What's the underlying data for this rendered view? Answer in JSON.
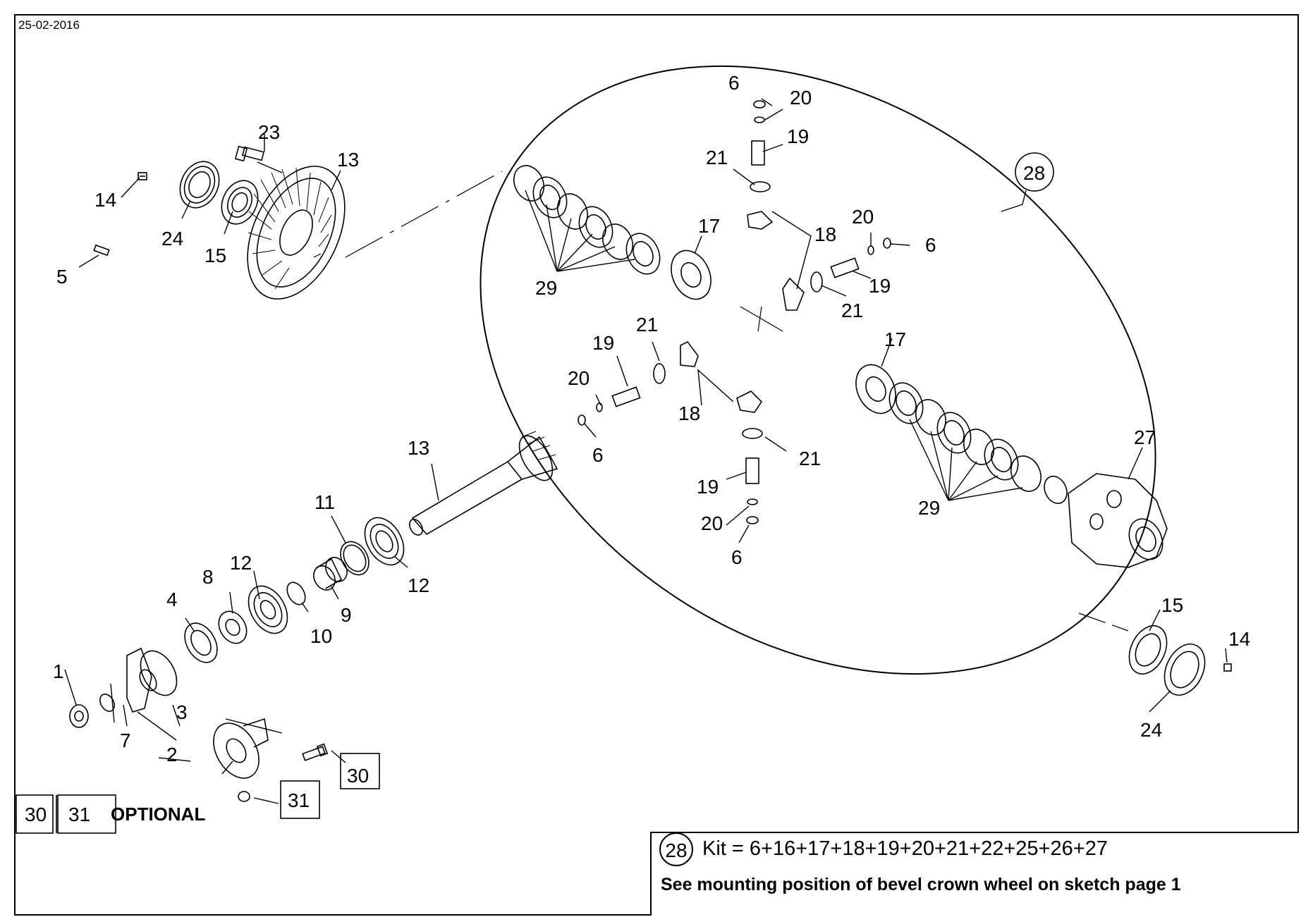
{
  "date": "25-02-2016",
  "optional": {
    "label": "OPTIONAL",
    "boxes": [
      "30",
      "31"
    ]
  },
  "kit": {
    "circle": "28",
    "text": "Kit = 6+16+17+18+19+20+21+22+25+26+27",
    "note": "See mounting position of bevel crown wheel on sketch page 1"
  },
  "callouts": {
    "c1": "1",
    "c2": "2",
    "c3": "3",
    "c4": "4",
    "c5": "5",
    "c6a": "6",
    "c6b": "6",
    "c6c": "6",
    "c6d": "6",
    "c7": "7",
    "c8": "8",
    "c9": "9",
    "c10": "10",
    "c11": "11",
    "c12a": "12",
    "c12b": "12",
    "c13a": "13",
    "c13b": "13",
    "c14a": "14",
    "c14b": "14",
    "c15a": "15",
    "c15b": "15",
    "c17a": "17",
    "c17b": "17",
    "c18a": "18",
    "c18b": "18",
    "c19a": "19",
    "c19b": "19",
    "c19c": "19",
    "c19d": "19",
    "c20a": "20",
    "c20b": "20",
    "c20c": "20",
    "c20d": "20",
    "c21a": "21",
    "c21b": "21",
    "c21c": "21",
    "c21d": "21",
    "c23": "23",
    "c24a": "24",
    "c24b": "24",
    "c27": "27",
    "c28": "28",
    "c29a": "29",
    "c29b": "29",
    "c30": "30",
    "c31": "31"
  }
}
